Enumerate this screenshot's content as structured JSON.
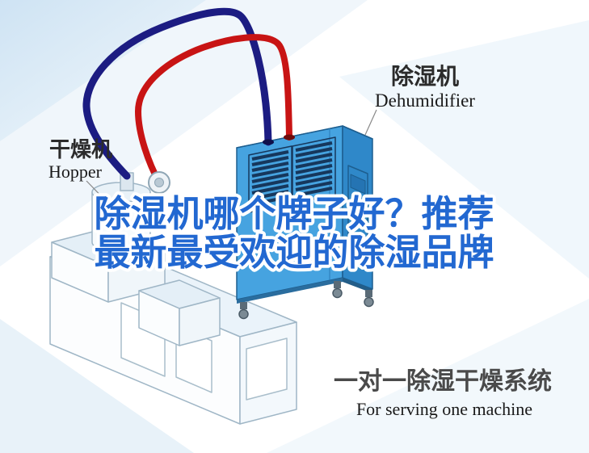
{
  "title": {
    "line1": "除湿机哪个牌子好？推荐",
    "line2": "最新最受欢迎的除湿品牌",
    "color": "#2268d1",
    "outline": "#ffffff"
  },
  "callouts": {
    "dehumidifier": {
      "cn": "除湿机",
      "en": "Dehumidifier"
    },
    "hopper": {
      "cn": "干燥机",
      "en": "Hopper"
    }
  },
  "caption": {
    "cn": "一对一除湿干燥系统",
    "en": "For serving one machine",
    "cn_color": "#4a4a4a",
    "en_color": "#1a1a1a"
  },
  "illustration": {
    "pipes": {
      "hot_air": "#c81414",
      "return_air": "#1c1c82"
    },
    "dehumidifier_unit": {
      "front": "#46a3e0",
      "top": "#9ad2ef",
      "side": "#2f88c9",
      "vents": "#16375c",
      "outline": "#1d5e8f"
    },
    "hopper_machine": {
      "body": "#fcfdfe",
      "top_shade": "#eaf3fa",
      "side_shade": "#f3f8fc",
      "outline": "#9fb6c6"
    }
  }
}
